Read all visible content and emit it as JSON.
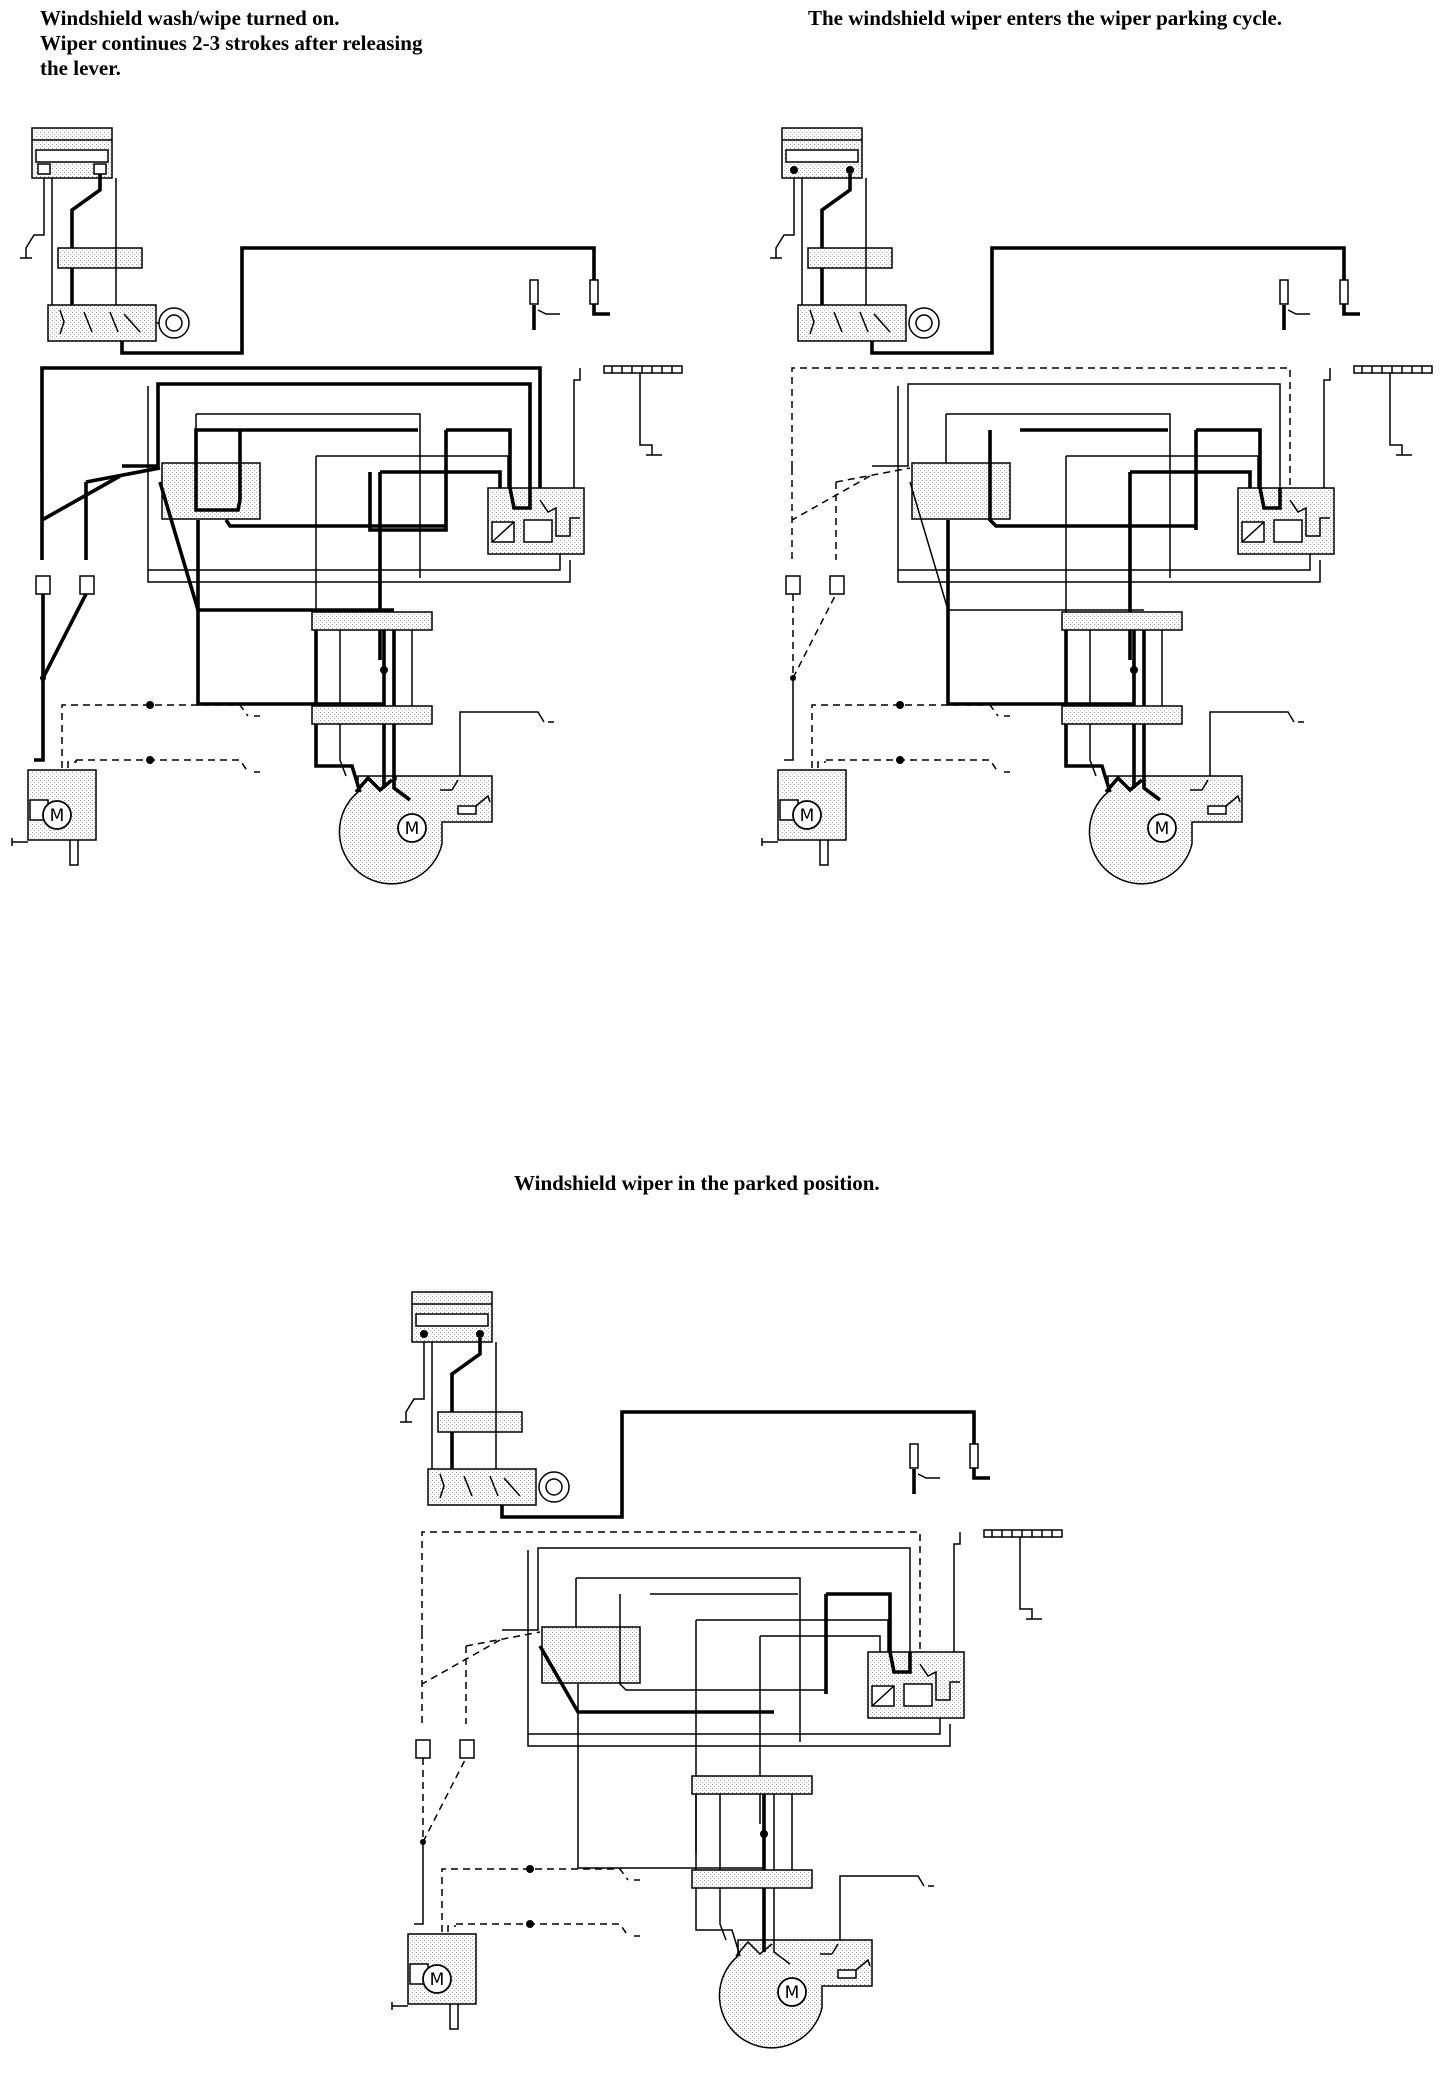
{
  "captions": {
    "panel1_line1": "Windshield wash/wipe turned on.",
    "panel1_line2": "Wiper continues 2-3 strokes after releasing",
    "panel1_line3": "the lever.",
    "panel2": "The windshield wiper enters the wiper parking cycle.",
    "panel3": "Windshield wiper in the parked position."
  },
  "panels": [
    {
      "id": "panel-1",
      "state": "wash-wipe-on",
      "washer_circuit": "active",
      "wiper_circuit": "active"
    },
    {
      "id": "panel-2",
      "state": "parking-cycle",
      "washer_circuit": "inactive",
      "wiper_circuit": "active"
    },
    {
      "id": "panel-3",
      "state": "parked",
      "washer_circuit": "inactive",
      "wiper_circuit": "partial"
    }
  ],
  "symbols": {
    "motor_label": "M"
  },
  "styles": {
    "line_color": "#000000",
    "stipple_color": "#9a9a9a",
    "background": "#ffffff"
  }
}
